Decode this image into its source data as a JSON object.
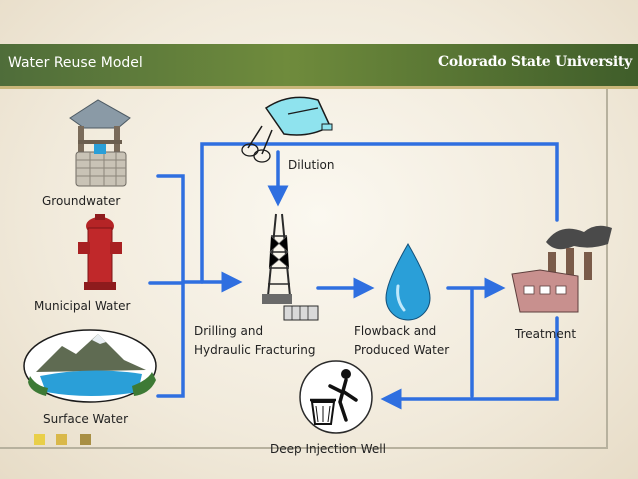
{
  "header": {
    "title": "Water Reuse Model",
    "logo_text": "Colorado State University"
  },
  "sources": {
    "groundwater": "Groundwater",
    "municipal": "Municipal Water",
    "surface": "Surface Water"
  },
  "nodes": {
    "dilution": "Dilution",
    "drilling_line1": "Drilling and",
    "drilling_line2": "Hydraulic Fracturing",
    "flowback_line1": "Flowback and",
    "flowback_line2": "Produced Water",
    "treatment": "Treatment",
    "injection": "Deep Injection Well"
  },
  "colors": {
    "arrow": "#2f6fe0",
    "header_green": "#5b7a36",
    "water": "#2a9fd8",
    "hydrant": "#c0282a"
  },
  "icons": [
    "well-icon",
    "fire-hydrant-icon",
    "mountain-lake-icon",
    "hand-mixer-icon",
    "drilling-rig-icon",
    "water-drop-icon",
    "factory-icon",
    "trash-bin-icon"
  ]
}
